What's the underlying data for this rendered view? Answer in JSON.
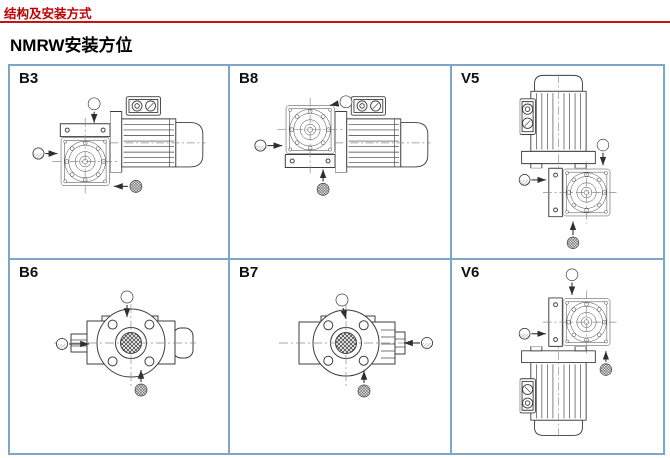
{
  "header": {
    "section_label": "结构及安装方式"
  },
  "title": "NMRW安装方位",
  "colors": {
    "accent_red": "#c41414",
    "grid_border_blue": "#7fa6c8",
    "drawing_ink": "#3d3d3d",
    "background": "#ffffff"
  },
  "grid": {
    "rows": 2,
    "columns": 3,
    "cells": [
      {
        "id": "b3",
        "label": "B3"
      },
      {
        "id": "b8",
        "label": "B8"
      },
      {
        "id": "v5",
        "label": "V5"
      },
      {
        "id": "b6",
        "label": "B6"
      },
      {
        "id": "b7",
        "label": "B7"
      },
      {
        "id": "v6",
        "label": "V6"
      }
    ]
  },
  "icons": {
    "breather_plug": "breather-plug-icon",
    "oil_level_plug": "oil-level-plug-icon",
    "drain_plug": "drain-plug-icon"
  }
}
